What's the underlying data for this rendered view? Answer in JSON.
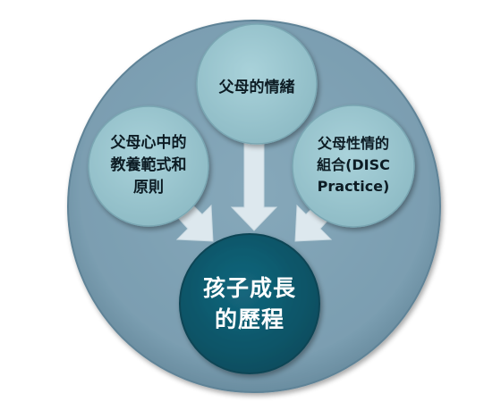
{
  "diagram": {
    "nodes": {
      "top": {
        "label": "父母的情緒"
      },
      "left": {
        "lines": [
          "父母心中的",
          "教養範式和",
          "原則"
        ]
      },
      "right": {
        "lines": [
          "父母性情的",
          "組合(DISC",
          "Practice)"
        ]
      },
      "center": {
        "lines": [
          "孩子成長",
          "的歷程"
        ]
      }
    },
    "edges": [
      {
        "from": "top",
        "to": "center"
      },
      {
        "from": "left",
        "to": "center"
      },
      {
        "from": "right",
        "to": "center"
      }
    ],
    "colors": {
      "outer_disc": "#7c9fb2",
      "satellite_disc": "#9cc7d0",
      "center_disc": "#0f5b6f",
      "arrow": "#dde8ee",
      "label_dark": "#0d1c24",
      "label_light": "#ffffff"
    }
  }
}
